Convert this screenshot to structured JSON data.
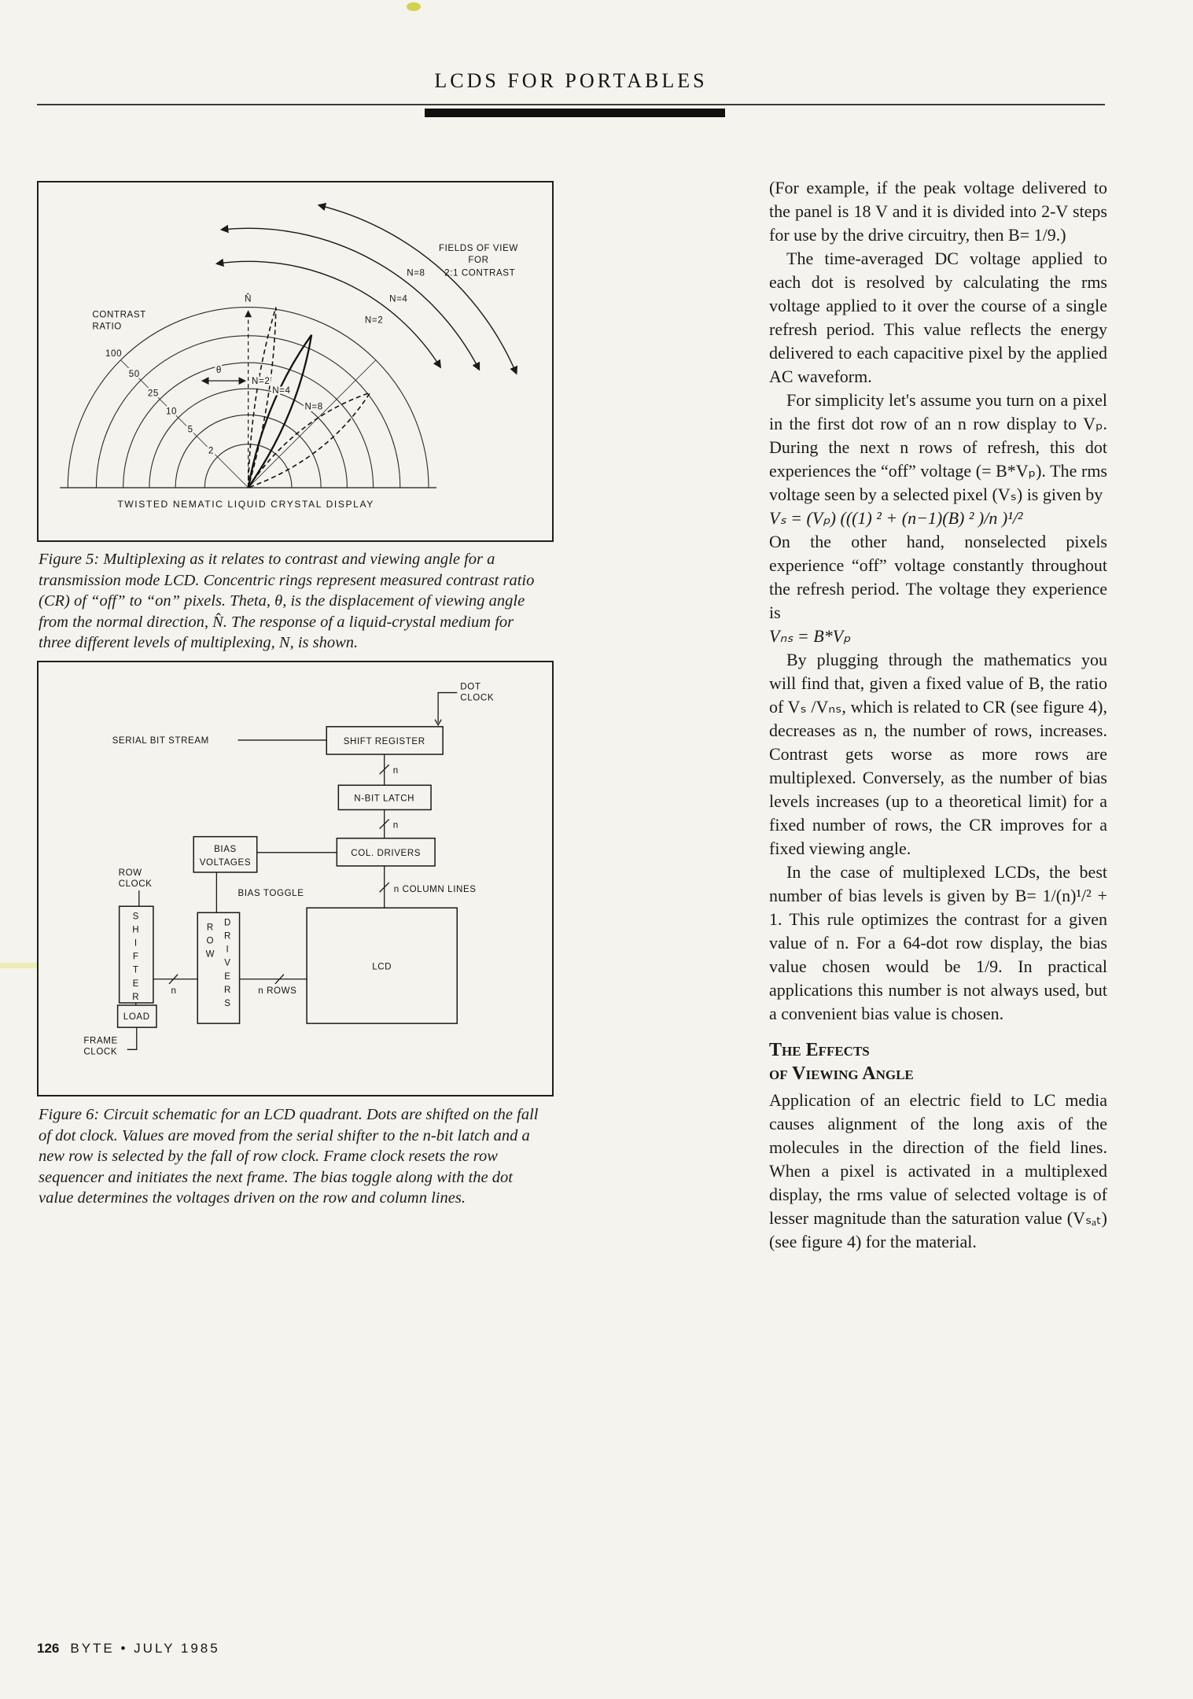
{
  "header": {
    "title": "LCDS FOR PORTABLES"
  },
  "footer": {
    "page_number": "126",
    "magazine_line": "BYTE • JULY 1985"
  },
  "figure5": {
    "caption": "Figure 5: Multiplexing as it relates to contrast and viewing angle for a transmission mode LCD. Concentric rings represent measured contrast ratio (CR) of “off” to “on” pixels. Theta, θ, is the displacement of viewing angle from the normal direction, N̂. The response of a liquid-crystal medium for three different levels of multiplexing, N, is shown.",
    "labels": {
      "contrast_ratio_1": "CONTRAST",
      "contrast_ratio_2": "RATIO",
      "rings": [
        "100",
        "50",
        "25",
        "10",
        "5",
        "2"
      ],
      "normal_axis": "N̂",
      "theta": "θ",
      "lobe_n2": "N=2",
      "lobe_n4": "N=4",
      "lobe_n8": "N=8",
      "fov_1": "FIELDS OF VIEW",
      "fov_2": "FOR",
      "fov_n8": "N=8",
      "fov_3": "2:1 CONTRAST",
      "fov_n4": "N=4",
      "fov_n2": "N=2",
      "bottom_label": "TWISTED NEMATIC LIQUID CRYSTAL DISPLAY"
    }
  },
  "figure6": {
    "caption": "Figure 6: Circuit schematic for an LCD quadrant. Dots are shifted on the fall of dot clock. Values are moved from the serial shifter to the n-bit latch and a new row is selected by the fall of row clock. Frame clock resets the row sequencer and initiates the next frame. The bias toggle along with the dot value determines the voltages driven on the row and column lines.",
    "labels": {
      "dot_clock_1": "DOT",
      "dot_clock_2": "CLOCK",
      "serial_bit_stream": "SERIAL BIT STREAM",
      "shift_register": "SHIFT REGISTER",
      "n_a": "n",
      "n_bit_latch": "N-BIT LATCH",
      "n_b": "n",
      "bias_voltages_1": "BIAS",
      "bias_voltages_2": "VOLTAGES",
      "col_drivers": "COL. DRIVERS",
      "row_clock_1": "ROW",
      "row_clock_2": "CLOCK",
      "bias_toggle": "BIAS TOGGLE",
      "n_column_lines": "n COLUMN LINES",
      "shifter": "SHIFTER",
      "row_word": "ROW",
      "drivers_word": "DRIVERS",
      "n_c": "n",
      "n_rows": "n ROWS",
      "lcd": "LCD",
      "load": "LOAD",
      "frame_clock_1": "FRAME",
      "frame_clock_2": "CLOCK"
    }
  },
  "article": {
    "p1": "(For example, if the peak voltage delivered to the panel is 18 V and it is divided into 2-V steps for use by the drive circuitry, then B= 1/9.)",
    "p2": "The time-averaged DC voltage applied to each dot is resolved by calculating the rms voltage applied to it over the course of a single refresh period. This value reflects the energy delivered to each capacitive pixel by the applied AC waveform.",
    "p3": "For simplicity let's assume you turn on a pixel in the first dot row of an n row display to Vₚ. During the next n rows of refresh, this dot experiences the “off” voltage (= B*Vₚ). The rms voltage seen by a selected pixel (Vₛ) is given by",
    "eq1": "Vₛ = (Vₚ) (((1) ² + (n−1)(B) ² )/n )¹/²",
    "p4": "On the other hand, nonselected pixels experience “off” voltage constantly throughout the refresh period. The voltage they experience is",
    "eq2": "Vₙₛ = B*Vₚ",
    "p5": "By plugging through the mathematics you will find that, given a fixed value of B, the ratio of Vₛ /Vₙₛ, which is related to CR (see figure 4), decreases as n, the number of rows, increases. Contrast gets worse as more rows are multiplexed. Conversely, as the number of bias levels increases (up to a theoretical limit) for a fixed number of rows, the CR improves for a fixed viewing angle.",
    "p6": "In the case of multiplexed LCDs, the best number of bias levels is given by B= 1/(n)¹/² + 1. This rule optimizes the contrast for a given value of n. For a 64-dot row display, the bias value chosen would be 1/9. In practical applications this number is not always used, but a convenient bias value is chosen.",
    "heading1": "The Effects",
    "heading2": "of Viewing Angle",
    "p7": "Application of an electric field to LC media causes alignment of the long axis of the molecules in the direction of the field lines. When a pixel is activated in a multiplexed display, the rms value of selected voltage is of lesser magnitude than the saturation value (Vₛₐₜ) (see figure 4) for the material."
  }
}
